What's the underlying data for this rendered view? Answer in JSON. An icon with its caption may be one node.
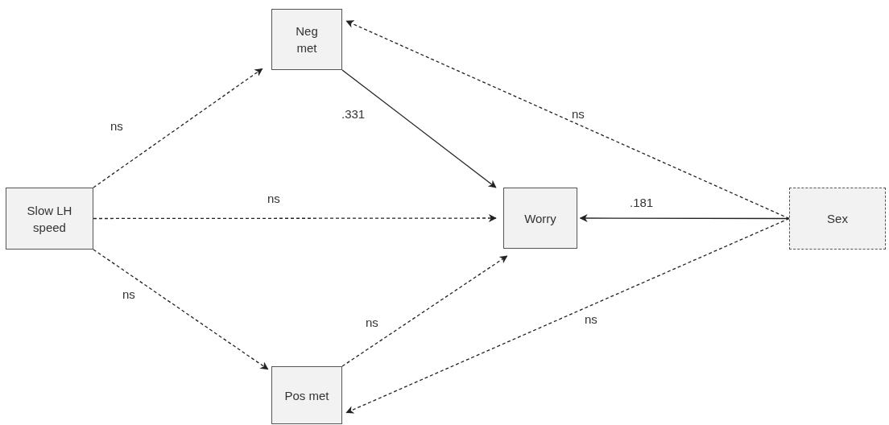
{
  "diagram": {
    "nodes": [
      {
        "text": [
          "Neg met"
        ]
      },
      {
        "text": [
          "Slow LH speed"
        ]
      },
      {
        "text": [
          "Worry"
        ]
      },
      {
        "text": [
          "Sex"
        ]
      },
      {
        "text": [
          "Pos met"
        ]
      }
    ],
    "edges": [
      {
        "from": 1,
        "to": 0,
        "arrow": "to",
        "label": "ns",
        "style": "dashed"
      },
      {
        "from": 1,
        "to": 2,
        "arrow": "to",
        "label": "ns",
        "style": "dashed"
      },
      {
        "from": 1,
        "to": 4,
        "arrow": "to",
        "label": "ns",
        "style": "dashed"
      },
      {
        "from": 0,
        "to": 2,
        "arrow": "to",
        "label": ".331"
      },
      {
        "from": 4,
        "to": 2,
        "arrow": "to",
        "label": "ns",
        "style": "dashed"
      },
      {
        "from": 3,
        "to": 2,
        "arrow": "to",
        "label": ".181"
      },
      {
        "from": 3,
        "to": 0,
        "arrow": "to",
        "label": "ns",
        "style": "dashed"
      },
      {
        "from": 3,
        "to": 4,
        "arrow": "to",
        "label": "ns",
        "style": "dashed"
      }
    ]
  }
}
